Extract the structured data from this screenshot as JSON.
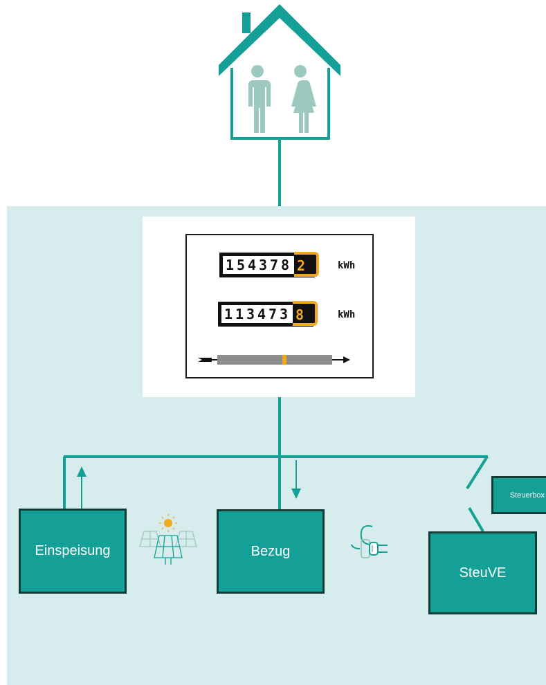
{
  "meter": {
    "counter1": {
      "black_digits": [
        "1",
        "5",
        "4",
        "3",
        "7",
        "8"
      ],
      "last_digit": "2",
      "unit": "kWh"
    },
    "counter2": {
      "black_digits": [
        "1",
        "1",
        "3",
        "4",
        "7",
        "3"
      ],
      "last_digit": "8",
      "unit": "kWh"
    }
  },
  "boxes": {
    "einspeisung": "Einspeisung",
    "bezug": "Bezug",
    "steuve": "SteuVE",
    "steuerbox": "Steuerbox"
  },
  "colors": {
    "teal": "#14a097",
    "dark_teal": "#0e3d38",
    "panel": "#d7ecec",
    "orange": "#f2a81d"
  },
  "icons": [
    "house-icon",
    "man-icon",
    "woman-icon",
    "solar-panel-icon",
    "plug-icon",
    "arrow-up-icon",
    "arrow-down-icon"
  ]
}
